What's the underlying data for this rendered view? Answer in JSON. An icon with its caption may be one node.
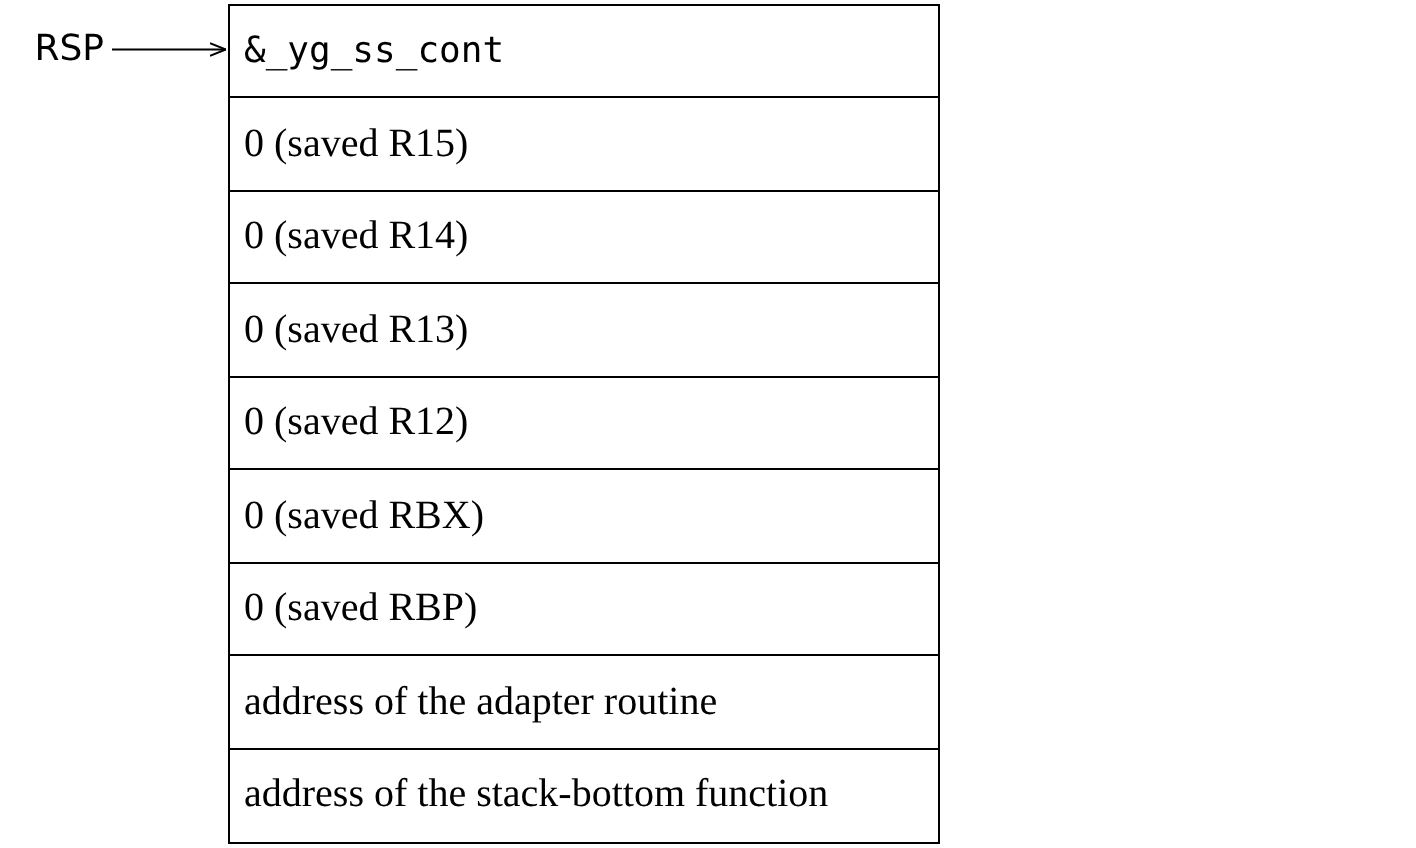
{
  "diagram": {
    "nodes": [
      {
        "text": [
          "RSP"
        ]
      },
      {
        "text": [
          "&_yg_ss_cont"
        ]
      },
      {
        "text": [
          "0 (saved R15)"
        ]
      },
      {
        "text": [
          "0 (saved R14)"
        ]
      },
      {
        "text": [
          "0 (saved R13)"
        ]
      },
      {
        "text": [
          "0 (saved R12)"
        ]
      },
      {
        "text": [
          "0 (saved RBX)"
        ]
      },
      {
        "text": [
          "0 (saved RBP)"
        ]
      },
      {
        "text": [
          "address of the adapter routine"
        ]
      },
      {
        "text": [
          "address of the stack-bottom function"
        ]
      }
    ],
    "edges": [
      {
        "from": 0,
        "to": 1,
        "arrow": "to"
      }
    ]
  }
}
